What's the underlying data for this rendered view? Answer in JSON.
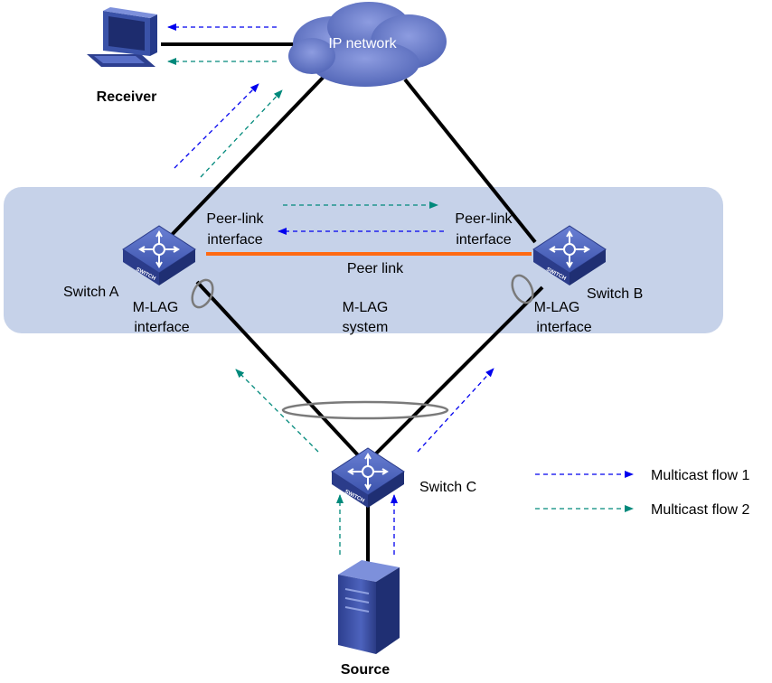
{
  "cloud": {
    "label": "IP network"
  },
  "devices": {
    "receiver": "Receiver",
    "source": "Source",
    "switch_a": "Switch A",
    "switch_b": "Switch B",
    "switch_c": "Switch C",
    "switch_badge": "SWITCH"
  },
  "system": {
    "peer_link": "Peer link",
    "mlag_system_line1": "M-LAG",
    "mlag_system_line2": "system"
  },
  "interfaces": {
    "peer_link_a_line1": "Peer-link",
    "peer_link_a_line2": "interface",
    "peer_link_b_line1": "Peer-link",
    "peer_link_b_line2": "interface",
    "mlag_a_line1": "M-LAG",
    "mlag_a_line2": "interface",
    "mlag_b_line1": "M-LAG",
    "mlag_b_line2": "interface"
  },
  "legend": {
    "flow1": "Multicast flow 1",
    "flow2": "Multicast flow 2"
  },
  "colors": {
    "flow1": "#0000ee",
    "flow2": "#00897b",
    "peer_link": "#ff6a13",
    "system_background": "#c6d2e9",
    "cloud": "#5a6fc0",
    "switch": "#3a52a8"
  }
}
